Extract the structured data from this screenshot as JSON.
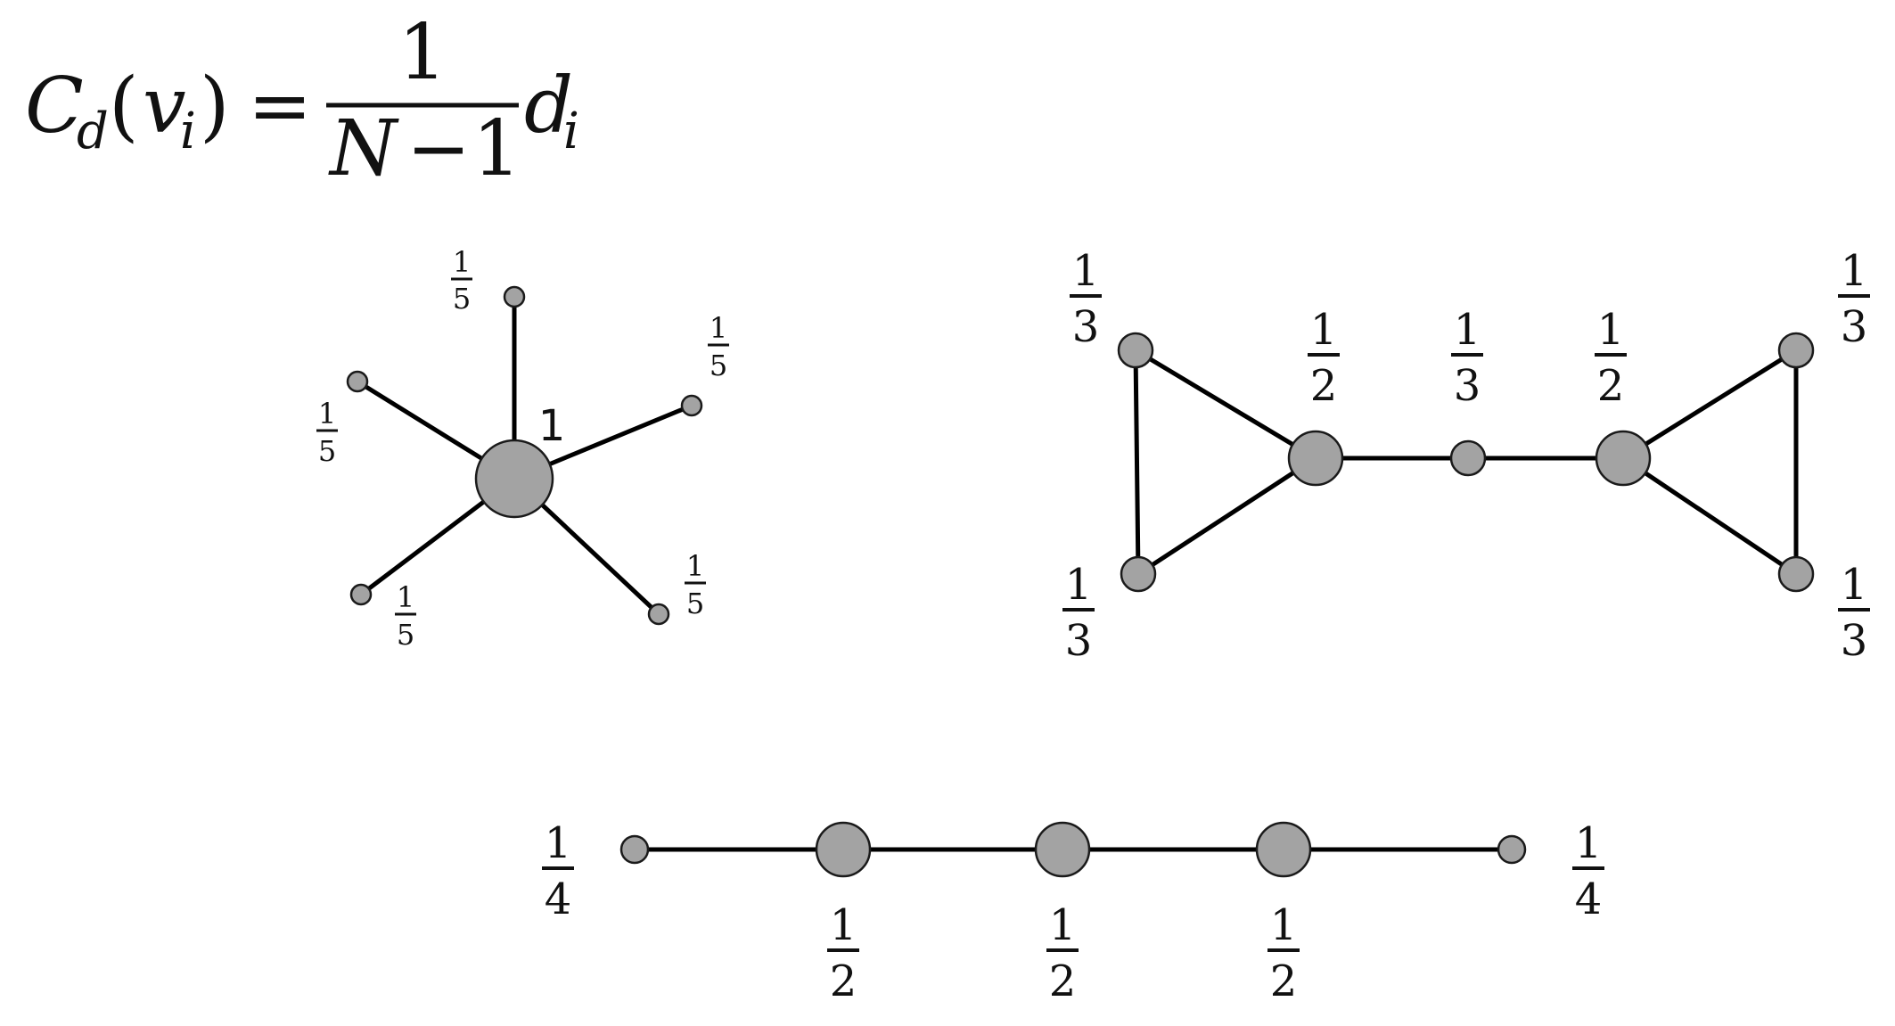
{
  "formula": {
    "lhs_C": "C",
    "lhs_sub": "d",
    "lhs_open": "(",
    "lhs_v": "v",
    "lhs_v_sub": "i",
    "lhs_close": ")",
    "equals": "=",
    "numerator": "1",
    "denominator_N": "N",
    "denominator_minus": "−",
    "denominator_one": "1",
    "rhs_d": "d",
    "rhs_sub": "i"
  },
  "graphs": {
    "star": {
      "center_label": "1",
      "leaf_labels": [
        {
          "num": "1",
          "den": "5"
        },
        {
          "num": "1",
          "den": "5"
        },
        {
          "num": "1",
          "den": "5"
        },
        {
          "num": "1",
          "den": "5"
        },
        {
          "num": "1",
          "den": "5"
        }
      ]
    },
    "bowtie": {
      "labels": [
        {
          "num": "1",
          "den": "3"
        },
        {
          "num": "1",
          "den": "3"
        },
        {
          "num": "1",
          "den": "2"
        },
        {
          "num": "1",
          "den": "3"
        },
        {
          "num": "1",
          "den": "2"
        },
        {
          "num": "1",
          "den": "3"
        },
        {
          "num": "1",
          "den": "3"
        }
      ]
    },
    "path": {
      "labels": [
        {
          "num": "1",
          "den": "4"
        },
        {
          "num": "1",
          "den": "2"
        },
        {
          "num": "1",
          "den": "2"
        },
        {
          "num": "1",
          "den": "2"
        },
        {
          "num": "1",
          "den": "4"
        }
      ]
    }
  }
}
